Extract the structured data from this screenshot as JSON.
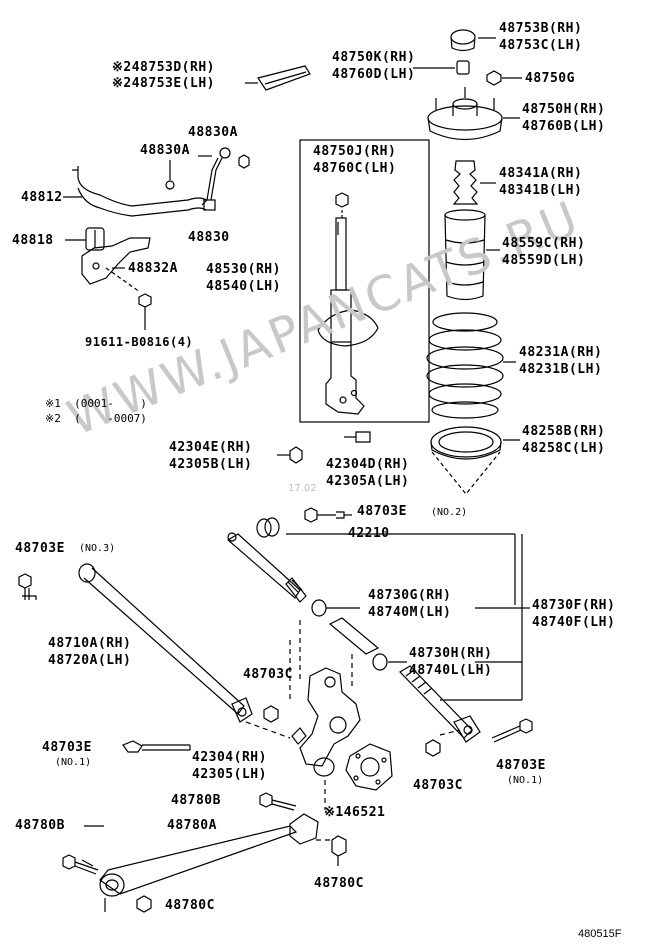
{
  "watermark": "WWW.JAPANCATS.RU",
  "watermark_date": "17.02",
  "figure_id": "480515F",
  "notes": [
    "※1  (0001-    )",
    "※2  (    -0007)"
  ],
  "parts": {
    "p48753B": "48753B(RH)",
    "p48753C": "48753C(LH)",
    "p48753D": "※248753D(RH)",
    "p48753E": "※248753E(LH)",
    "p48750K": "48750K(RH)",
    "p48760D": "48760D(LH)",
    "p48750G": "48750G",
    "p48750H": "48750H(RH)",
    "p48760B": "48760B(LH)",
    "p48830A_1": "48830A",
    "p48830A_2": "48830A",
    "p48812": "48812",
    "p48830": "48830",
    "p48750J": "48750J(RH)",
    "p48760C": "48760C(LH)",
    "p48341A": "48341A(RH)",
    "p48341B": "48341B(LH)",
    "p48818": "48818",
    "p48832A": "48832A",
    "p48559C": "48559C(RH)",
    "p48559D": "48559D(LH)",
    "p48530": "48530(RH)",
    "p48540": "48540(LH)",
    "p91611": "91611-B0816(4)",
    "p48231A": "48231A(RH)",
    "p48231B": "48231B(LH)",
    "p48258B": "48258B(RH)",
    "p48258C": "48258C(LH)",
    "p42304E": "42304E(RH)",
    "p42305B": "42305B(LH)",
    "p42304D": "42304D(RH)",
    "p42305A": "42305A(LH)",
    "p48703E_no2": "48703E",
    "no2": "(NO.2)",
    "p42210": "42210",
    "p48703E_no3": "48703E",
    "no3": "(NO.3)",
    "p48730G": "48730G(RH)",
    "p48740M": "48740M(LH)",
    "p48730F": "48730F(RH)",
    "p48740F": "48740F(LH)",
    "p48710A": "48710A(RH)",
    "p48720A": "48720A(LH)",
    "p48730H": "48730H(RH)",
    "p48740L": "48740L(LH)",
    "p48703C_1": "48703C",
    "p48703E_no1a": "48703E",
    "no1a": "(NO.1)",
    "p42304": "42304(RH)",
    "p42305": "42305(LH)",
    "p48703C_2": "48703C",
    "p48703E_no1b": "48703E",
    "no1b": "(NO.1)",
    "p48780B_1": "48780B",
    "p46521": "※146521",
    "p48780B_2": "48780B",
    "p48780A": "48780A",
    "p48780C_1": "48780C",
    "p48780C_2": "48780C"
  }
}
